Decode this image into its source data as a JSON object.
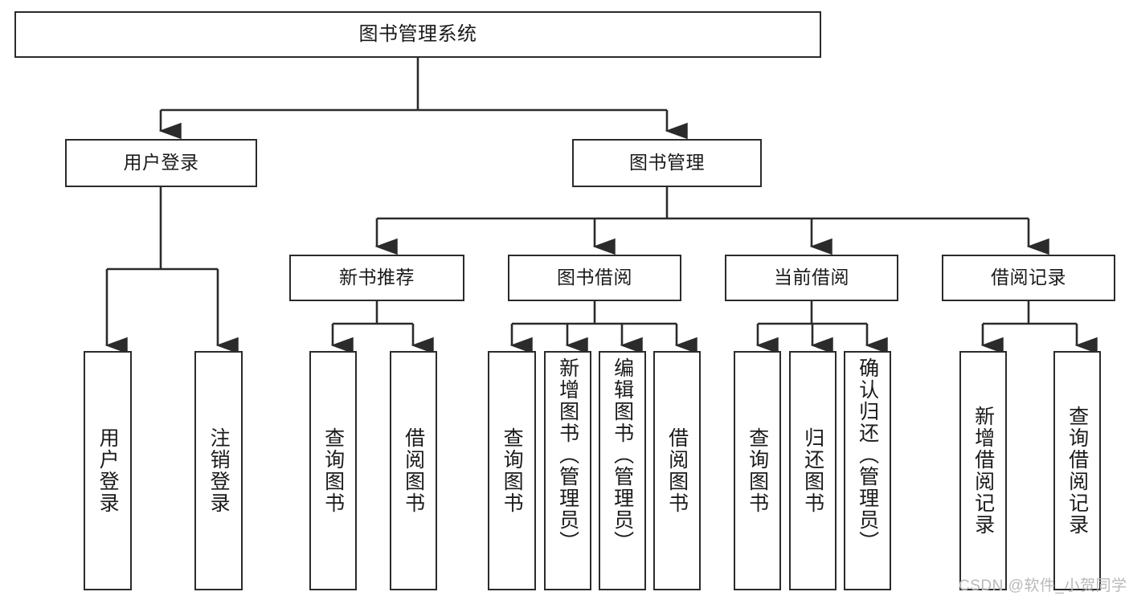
{
  "diagram": {
    "title": "图书管理系统",
    "type": "tree",
    "accent_color": "#2b2b2b",
    "background_color": "#ffffff",
    "nodes": {
      "root": {
        "label": "图书管理系统"
      },
      "level1": [
        {
          "label": "用户登录"
        },
        {
          "label": "图书管理"
        }
      ],
      "level2": [
        {
          "label": "新书推荐"
        },
        {
          "label": "图书借阅"
        },
        {
          "label": "当前借阅"
        },
        {
          "label": "借阅记录"
        }
      ],
      "leaves_user_login": [
        {
          "label": "用户登录"
        },
        {
          "label": "注销登录"
        }
      ],
      "leaves_new_book": [
        {
          "label": "查询图书"
        },
        {
          "label": "借阅图书"
        }
      ],
      "leaves_borrow": [
        {
          "label": "查询图书"
        },
        {
          "label": "新增图书（管理员）"
        },
        {
          "label": "编辑图书（管理员）"
        },
        {
          "label": "借阅图书"
        }
      ],
      "leaves_current": [
        {
          "label": "查询图书"
        },
        {
          "label": "归还图书"
        },
        {
          "label": "确认归还（管理员）"
        }
      ],
      "leaves_record": [
        {
          "label": "新增借阅记录"
        },
        {
          "label": "查询借阅记录"
        }
      ]
    }
  },
  "watermark": {
    "text": "CSDN @软件_小贺同学"
  }
}
